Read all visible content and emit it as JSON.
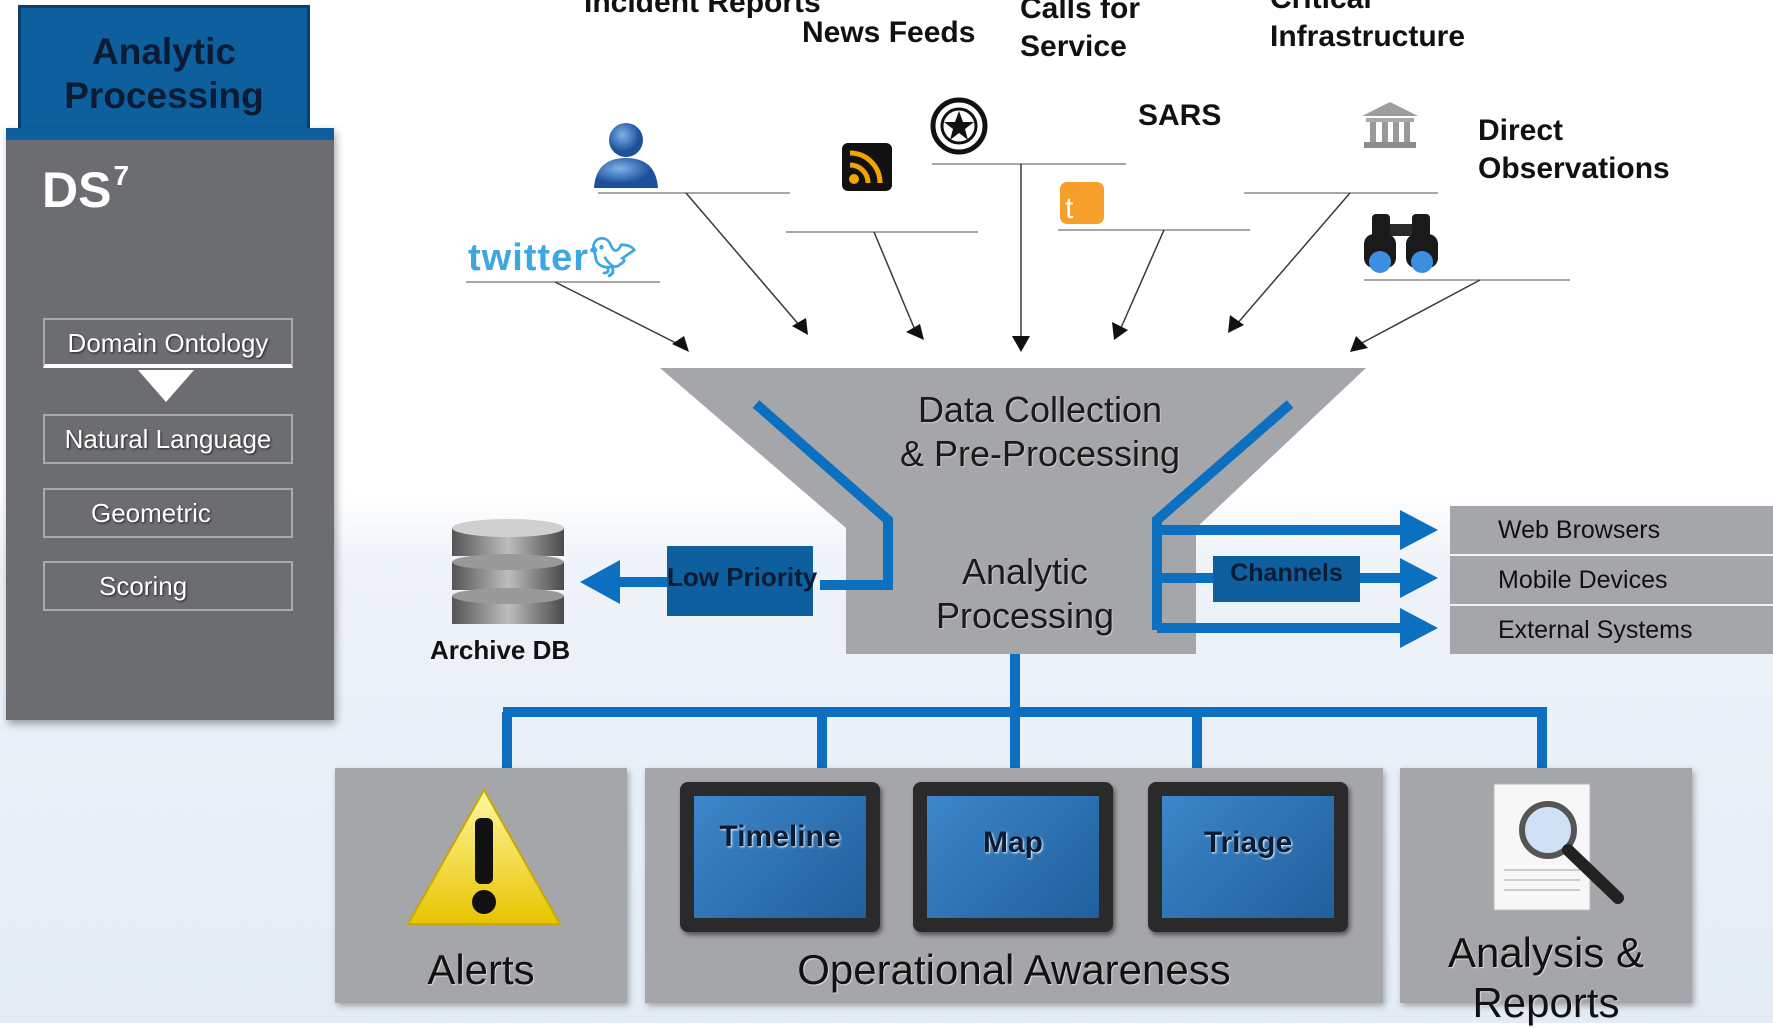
{
  "left_panel": {
    "tab_title": "Analytic Processing",
    "product_name": "DS",
    "product_sup": "7",
    "items": [
      "Domain Ontology",
      "Natural Language",
      "Geometric",
      "Scoring"
    ]
  },
  "sources": {
    "incident_reports": "Incident Reports",
    "news_feeds": "News Feeds",
    "calls_for_service": "Calls for Service",
    "critical_infrastructure": "Critical Infrastructure",
    "sars": "SARS",
    "direct_observations": "Direct Observations",
    "twitter_logo": "twitter"
  },
  "funnel": {
    "collection_line1": "Data Collection",
    "collection_line2": "& Pre-Processing",
    "analytic_line1": "Analytic",
    "analytic_line2": "Processing"
  },
  "archive": {
    "low_priority": "Low Priority",
    "label": "Archive DB"
  },
  "channels": {
    "label": "Channels",
    "outputs": [
      "Web Browsers",
      "Mobile Devices",
      "External Systems"
    ]
  },
  "bottom": {
    "alerts": "Alerts",
    "operational": "Operational Awareness",
    "analysis_line1": "Analysis &",
    "analysis_line2": "Reports",
    "screens": [
      "Timeline",
      "Map",
      "Triage"
    ]
  },
  "colors": {
    "accent_blue": "#0d5f9e",
    "panel_gray": "#6b6d71",
    "box_gray": "#a4a6aa"
  }
}
